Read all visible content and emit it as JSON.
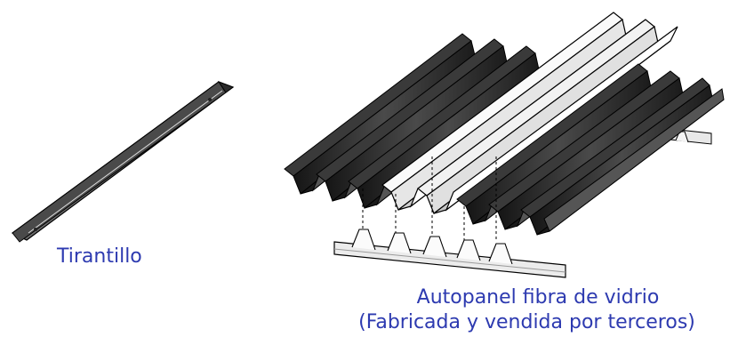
{
  "captions": {
    "tirantillo": "Tirantillo",
    "autopanel_line1": "Autopanel fibra de vidrio",
    "autopanel_line2": "(Fabricada y vendida por terceros)"
  },
  "colors": {
    "caption_text": "#2d3ab0",
    "dark_panel": "#2a2a2a",
    "light_panel": "#f2f2f2",
    "outline": "#000000",
    "metal": "#8a8a8a"
  },
  "icons": {
    "tirantillo": "angle-bar-illustration",
    "dark_panels": "corrugated-dark-panel-illustration",
    "light_panel": "corrugated-light-panel-illustration",
    "support_rail": "support-rail-illustration"
  }
}
